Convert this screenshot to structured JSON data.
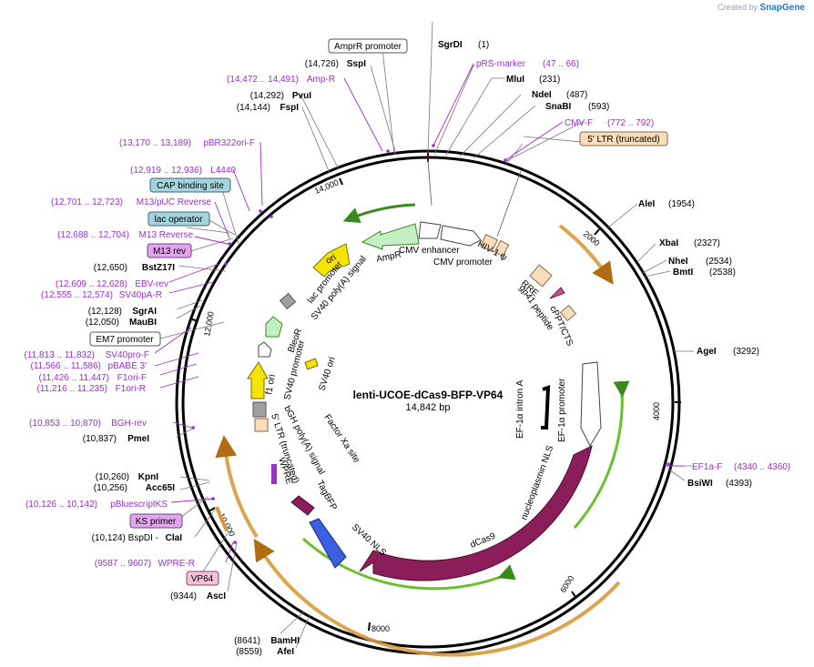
{
  "credit": {
    "prefix": "Created by",
    "brand": "SnapGene"
  },
  "plasmid": {
    "name": "lenti-UCOE-dCas9-BFP-VP64",
    "length_label": "14,842 bp",
    "length": 14842
  },
  "ticks": [
    "2000",
    "4000",
    "6000",
    "8000",
    "10,000",
    "12,000",
    "14,000"
  ],
  "sites": [
    {
      "name": "SgrDI",
      "pos": "(1)",
      "color": "#000000"
    },
    {
      "name": "MluI",
      "pos": "(231)",
      "color": "#000000"
    },
    {
      "name": "NdeI",
      "pos": "(487)",
      "color": "#000000"
    },
    {
      "name": "SnaBI",
      "pos": "(593)",
      "color": "#000000"
    },
    {
      "name": "AleI",
      "pos": "(1954)",
      "color": "#000000"
    },
    {
      "name": "XbaI",
      "pos": "(2327)",
      "color": "#000000"
    },
    {
      "name": "NheI",
      "pos": "(2534)",
      "color": "#000000"
    },
    {
      "name": "BmtI",
      "pos": "(2538)",
      "color": "#000000"
    },
    {
      "name": "AgeI",
      "pos": "(3292)",
      "color": "#000000"
    },
    {
      "name": "BsiWI",
      "pos": "(4393)",
      "color": "#000000"
    },
    {
      "name": "AfeI",
      "pos": "(8559)",
      "color": "#000000"
    },
    {
      "name": "BamHI",
      "pos": "(8641)",
      "color": "#000000"
    },
    {
      "name": "AscI",
      "pos": "(9344)",
      "color": "#000000"
    },
    {
      "name": "ClaI",
      "pos": "(10,124) BspDI  -",
      "color": "#000000"
    },
    {
      "name": "Acc65I",
      "pos": "(10,256)",
      "color": "#000000"
    },
    {
      "name": "KpnI",
      "pos": "(10,260)",
      "color": "#000000"
    },
    {
      "name": "PmeI",
      "pos": "(10,837)",
      "color": "#000000"
    },
    {
      "name": "MauBI",
      "pos": "(12,050)",
      "color": "#000000"
    },
    {
      "name": "SgrAI",
      "pos": "(12,128)",
      "color": "#000000"
    },
    {
      "name": "BstZ17I",
      "pos": "(12,650)",
      "color": "#000000"
    },
    {
      "name": "FspI",
      "pos": "(14,144)",
      "color": "#000000"
    },
    {
      "name": "PvuI",
      "pos": "(14,292)",
      "color": "#000000"
    },
    {
      "name": "SspI",
      "pos": "(14,726)",
      "color": "#000000"
    }
  ],
  "primers": [
    {
      "name": "pRS-marker",
      "pos": "(47 .. 66)"
    },
    {
      "name": "CMV-F",
      "pos": "(772 .. 792)"
    },
    {
      "name": "EF1a-F",
      "pos": "(4340 .. 4360)"
    },
    {
      "name": "WPRE-R",
      "pos": "(9587 .. 9607)"
    },
    {
      "name": "pBluescriptKS",
      "pos": "(10,126 .. 10,142)"
    },
    {
      "name": "BGH-rev",
      "pos": "(10,853 .. 10,870)"
    },
    {
      "name": "F1ori-R",
      "pos": "(11,216 .. 11,235)"
    },
    {
      "name": "F1ori-F",
      "pos": "(11,426 .. 11,447)"
    },
    {
      "name": "pBABE 3'",
      "pos": "(11,566 .. 11,586)"
    },
    {
      "name": "SV40pro-F",
      "pos": "(11,813 .. 11,832)"
    },
    {
      "name": "SV40pA-R",
      "pos": "(12,555 .. 12,574)"
    },
    {
      "name": "EBV-rev",
      "pos": "(12,609 .. 12,628)"
    },
    {
      "name": "M13 Reverse",
      "pos": "(12,688 .. 12,704)"
    },
    {
      "name": "M13/pUC Reverse",
      "pos": "(12,701 .. 12,723)"
    },
    {
      "name": "L4440",
      "pos": "(12,919 .. 12,936)"
    },
    {
      "name": "pBR322ori-F",
      "pos": "(13,170 .. 13,189)"
    },
    {
      "name": "Amp-R",
      "pos": "(14,472 .. 14,491)"
    }
  ],
  "boxed": [
    {
      "text": "AmprR promoter",
      "fill": "#ffffff",
      "stroke": "#555555"
    },
    {
      "text": "5' LTR (truncated)",
      "fill": "#f9dcbc",
      "stroke": "#8a6a48"
    },
    {
      "text": "CAP binding site",
      "fill": "#a5d4de",
      "stroke": "#3c6a76"
    },
    {
      "text": "lac operator",
      "fill": "#a5d4de",
      "stroke": "#3c6a76"
    },
    {
      "text": "M13 rev",
      "fill": "#e1a6ee",
      "stroke": "#7a3f8a"
    },
    {
      "text": "EM7 promoter",
      "fill": "#ffffff",
      "stroke": "#555555"
    },
    {
      "text": "KS primer",
      "fill": "#e1a6ee",
      "stroke": "#7a3f8a"
    },
    {
      "text": "VP64",
      "fill": "#f4c2d8",
      "stroke": "#8a4462"
    }
  ],
  "features": [
    {
      "name": "CMV enhancer"
    },
    {
      "name": "CMV promoter"
    },
    {
      "name": "HIV-1 ψ"
    },
    {
      "name": "RRE"
    },
    {
      "name": "gp41 peptide"
    },
    {
      "name": "cPPT/CTS"
    },
    {
      "name": "EF-1α intron A"
    },
    {
      "name": "EF-1α promoter"
    },
    {
      "name": "nucleoplasmin NLS"
    },
    {
      "name": "dCas9"
    },
    {
      "name": "SV40 NLS"
    },
    {
      "name": "TagBFP"
    },
    {
      "name": "WPRE"
    },
    {
      "name": "5' LTR (truncated)"
    },
    {
      "name": "bGH poly(A) signal"
    },
    {
      "name": "Factor Xa site"
    },
    {
      "name": "f1 ori"
    },
    {
      "name": "SV40 promoter"
    },
    {
      "name": "SV40 ori"
    },
    {
      "name": "BleoR"
    },
    {
      "name": "SV40 poly(A) signal"
    },
    {
      "name": "lac promoter"
    },
    {
      "name": "ori"
    },
    {
      "name": "AmpR"
    }
  ],
  "colors": {
    "backbone": "#000000",
    "primer": "#9b2fc9",
    "cds_magenta": "#8b1e5a",
    "bfp": "#3a5fe0",
    "yellow": "#f5e400",
    "green_light": "#c4efc4",
    "ltr": "#f9dcbc",
    "orange_arc": "#d89a3c",
    "green_arc": "#6abf2f"
  }
}
